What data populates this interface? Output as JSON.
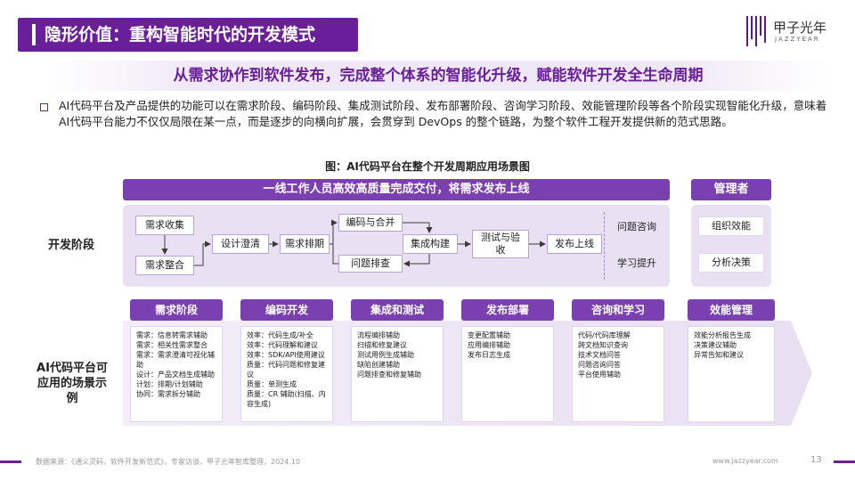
{
  "header": {
    "title": "隐形价值：重构智能时代的开发模式",
    "logo_cn": "甲子光年",
    "logo_en": "JAZZYEAR"
  },
  "subtitle": "从需求协作到软件发布，完成整个体系的智能化升级，赋能软件开发全生命周期",
  "paragraph": "AI代码平台及产品提供的功能可以在需求阶段、编码阶段、集成测试阶段、发布部署阶段、咨询学习阶段、效能管理阶段等各个阶段实现智能化升级，意味着AI代码平台能力不仅仅局限在某一点，而是逐步的向横向扩展，会贯穿到 DevOps 的整个链路，为整个软件工程开发提供新的范式思路。",
  "figure_caption": "图：AI代码平台在整个开发周期应用场景图",
  "banner": {
    "main": "一线工作人员高效高质量完成交付，将需求发布上线",
    "manager": "管理者"
  },
  "rows": {
    "dev": "开发阶段",
    "ai": "AI代码平台可应用的场景示例"
  },
  "flow": {
    "req_collect": "需求收集",
    "req_integrate": "需求整合",
    "design": "设计澄清",
    "schedule": "需求排期",
    "code_merge": "编码与合并",
    "troubleshoot": "问题排查",
    "integrate_build": "集成构建",
    "test_accept": "测试与验收",
    "release": "发布上线",
    "consult": "问题咨询",
    "learn": "学习提升"
  },
  "manager_items": [
    "组织效能",
    "分析决策"
  ],
  "scenarios": [
    {
      "title": "需求阶段",
      "items": [
        "需求：信息转需求辅助",
        "需求：相关性需求整合",
        "需求：需求澄清可视化辅助",
        "设计：产品文档生成辅助",
        "计划：排期/计划辅助",
        "协同：需求拆分辅助"
      ]
    },
    {
      "title": "编码开发",
      "items": [
        "效率：代码生成/补全",
        "效率：代码理解和建议",
        "效率：SDK/API使用建议",
        "质量：代码问题和修复建议",
        "质量：单测生成",
        "质量：CR 辅助(扫描、内容生成)"
      ]
    },
    {
      "title": "集成和测试",
      "items": [
        "流程编排辅助",
        "扫描和修复建议",
        "测试用例生成辅助",
        "缺陷创建辅助",
        "问题排查和修复辅助"
      ]
    },
    {
      "title": "发布部署",
      "items": [
        "变更配置辅助",
        "应用编排辅助",
        "发布日志生成"
      ]
    },
    {
      "title": "咨询和学习",
      "items": [
        "代码/代码库理解",
        "跨文档知识查询",
        "技术文档问答",
        "问题咨询问答",
        "平台使用辅助"
      ]
    },
    {
      "title": "效能管理",
      "items": [
        "效能分析报告生成",
        "决策建议辅助",
        "异常告知和建议"
      ]
    }
  ],
  "footer": {
    "source": "数据来源：《通义灵码，软件开发新范式》，专家访谈，甲子光年智库整理，2024.10",
    "url": "www.jazzyear.com",
    "page": "13"
  }
}
